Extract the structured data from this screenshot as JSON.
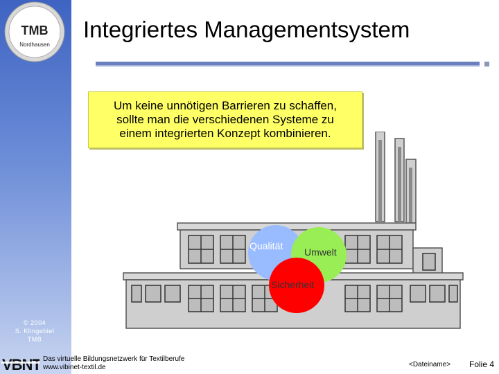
{
  "header": {
    "logo_main": "TMB",
    "logo_sub": "Nordhausen",
    "title": "Integriertes Managementsystem"
  },
  "callout": {
    "lines": [
      "Um keine unnötigen Barrieren zu schaffen,",
      "sollte man die verschiedenen Systeme zu",
      "einem integrierten Konzept kombinieren."
    ]
  },
  "venn": {
    "circles": [
      {
        "label": "Qualität",
        "color": "#99bbff"
      },
      {
        "label": "Umwelt",
        "color": "#99ee55"
      },
      {
        "label": "Sicherheit",
        "color": "#ff0000"
      }
    ]
  },
  "sidebar": {
    "copyright_lines": [
      "© 2004",
      "S. Klingebiel",
      "TMB"
    ]
  },
  "footer": {
    "logo_text": "VBNT",
    "network_name": "Das virtuelle Bildungsnetzwerk für Textilberufe",
    "url": "www.vibinet-textil.de",
    "filename": "<Dateiname>",
    "slide": "Folie 4"
  },
  "colors": {
    "sidebar_top": "#3e63c2",
    "callout_bg": "#ffff66",
    "title_rule": "#6b7fbf",
    "factory_wall": "#cfcfcf"
  }
}
